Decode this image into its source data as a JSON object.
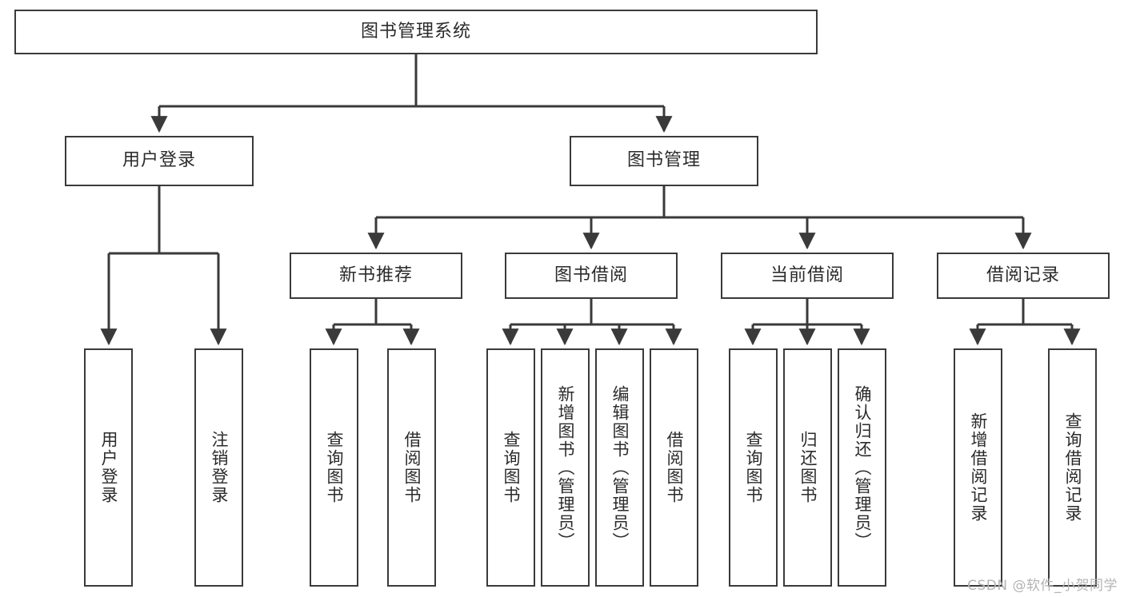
{
  "diagram": {
    "type": "tree-hierarchy",
    "title": "图书管理系统",
    "stroke_color": "#3a3a3a",
    "fill_color": "#ffffff",
    "text_color": "#2b2b2b"
  },
  "root": {
    "label": "图书管理系统"
  },
  "level2": [
    {
      "label": "用户登录"
    },
    {
      "label": "图书管理"
    }
  ],
  "level3": [
    {
      "label": "新书推荐"
    },
    {
      "label": "图书借阅"
    },
    {
      "label": "当前借阅"
    },
    {
      "label": "借阅记录"
    }
  ],
  "leaves": {
    "user_login": [
      {
        "label": "用户登录"
      },
      {
        "label": "注销登录"
      }
    ],
    "new_book_recommend": [
      {
        "label": "查询图书"
      },
      {
        "label": "借阅图书"
      }
    ],
    "book_borrow": [
      {
        "label": "查询图书"
      },
      {
        "label": "新增图书（管理员）"
      },
      {
        "label": "编辑图书（管理员）"
      },
      {
        "label": "借阅图书"
      }
    ],
    "current_borrow": [
      {
        "label": "查询图书"
      },
      {
        "label": "归还图书"
      },
      {
        "label": "确认归还（管理员）"
      }
    ],
    "borrow_record": [
      {
        "label": "新增借阅记录"
      },
      {
        "label": "查询借阅记录"
      }
    ]
  },
  "watermark": {
    "text": "CSDN @软件_小贺同学",
    "color": "#b4b4b4"
  }
}
